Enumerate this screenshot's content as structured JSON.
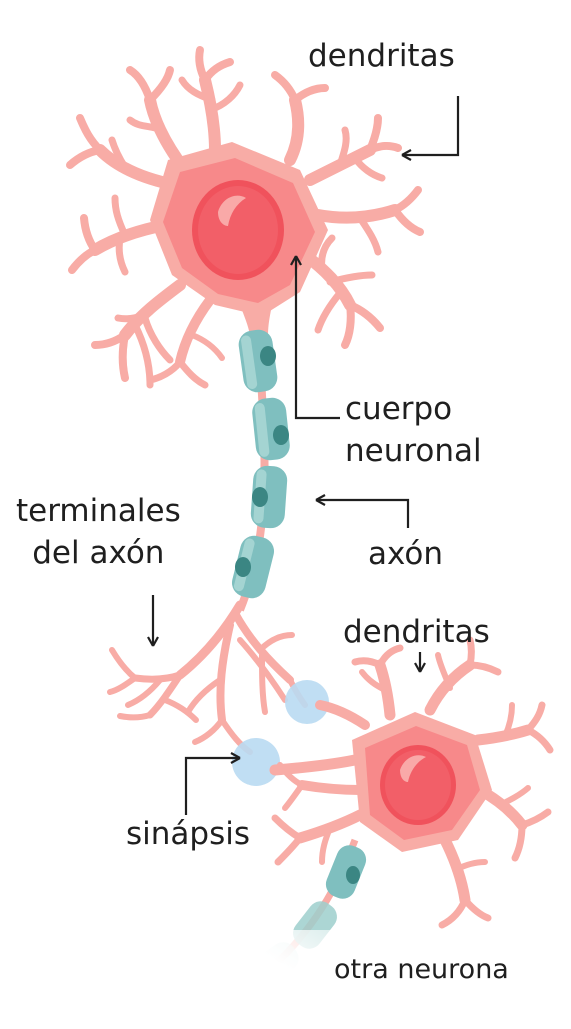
{
  "labels": {
    "dendrites_top": "dendritas",
    "cell_body": "cuerpo\nneuronal",
    "axon": "axón",
    "axon_terminals": "terminales\ndel axón",
    "dendrites_bottom": "dendritas",
    "synapse": "sinápsis",
    "other_neuron": "otra neurona"
  },
  "colors": {
    "dendrite": "#f8aca6",
    "soma": "#f7898a",
    "soma_inner": "#f46f72",
    "nucleus": "#f0525c",
    "nucleus_highlight": "#f9a9a8",
    "myelin": "#7fbfbf",
    "myelin_dark": "#4e9c9a",
    "myelin_spot": "#3b8683",
    "synapse": "#b9daf2",
    "text": "#1f1f1f"
  }
}
